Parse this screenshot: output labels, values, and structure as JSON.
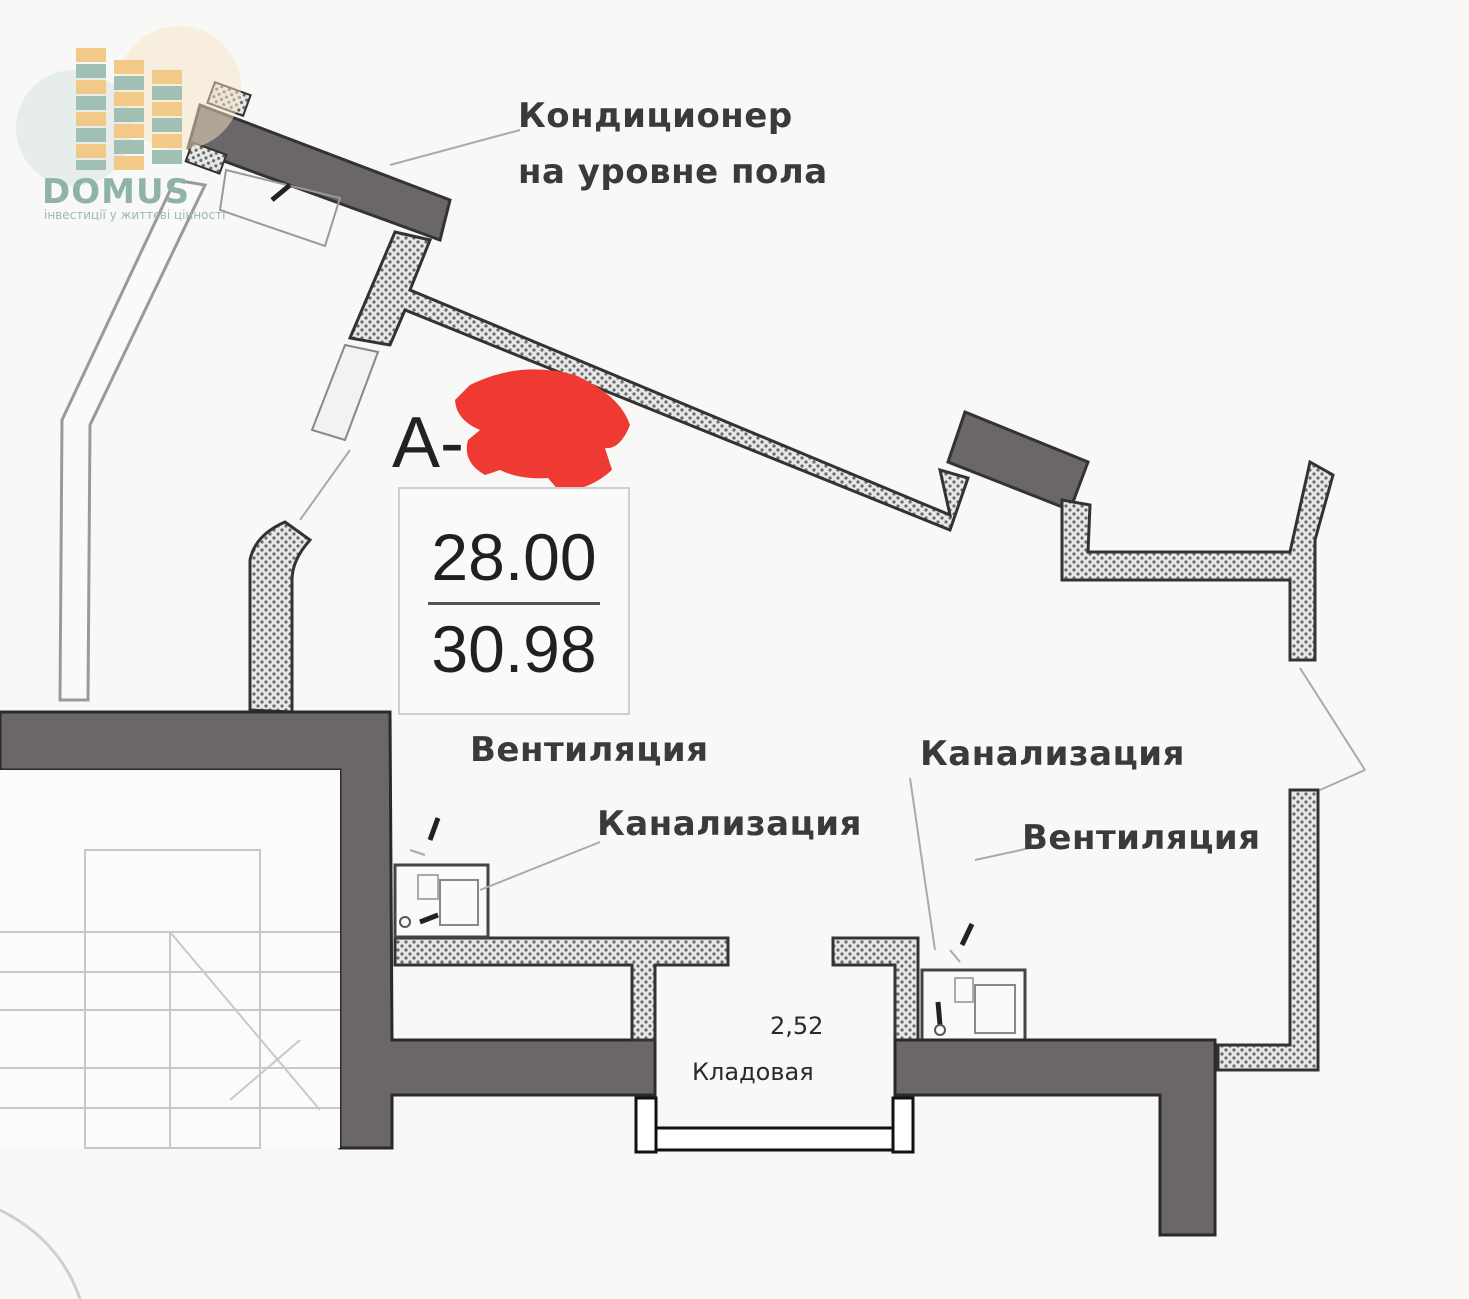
{
  "logo": {
    "name": "DOMUS",
    "tagline": "інвестиції у життєві цінності"
  },
  "apartment": {
    "code": "А-",
    "area_living": "28.00",
    "area_total": "30.98"
  },
  "labels": {
    "ac": "Кондиционер\nна уровне пола",
    "vent_left": "Вентиляция",
    "sewer_left": "Канализация",
    "sewer_right": "Канализация",
    "vent_right": "Вентиляция"
  },
  "storage": {
    "area": "2,52",
    "name": "Кладовая"
  },
  "colors": {
    "wall_dark": "#6b6669",
    "wall_hatch": "#d8d8d8",
    "redaction": "#ee3a32",
    "logo_green": "#8fb3a6",
    "logo_orange": "#f3c98a"
  }
}
